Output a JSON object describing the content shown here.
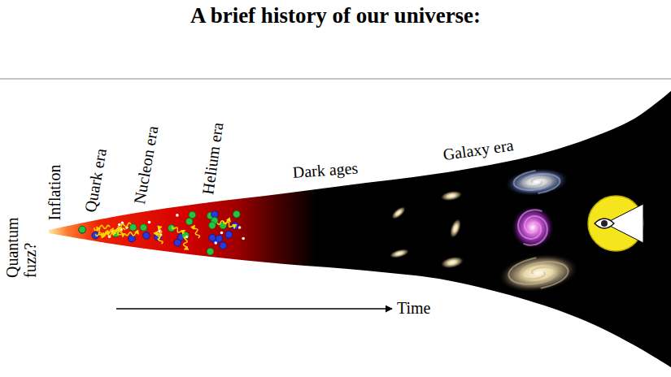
{
  "diagram": {
    "title": "A brief history of our universe:",
    "labels": [
      "Quantum fuzz?",
      "Inflation",
      "Quark era",
      "Nucleon era",
      "Helium era",
      "Dark ages",
      "Galaxy era",
      "Time"
    ]
  }
}
